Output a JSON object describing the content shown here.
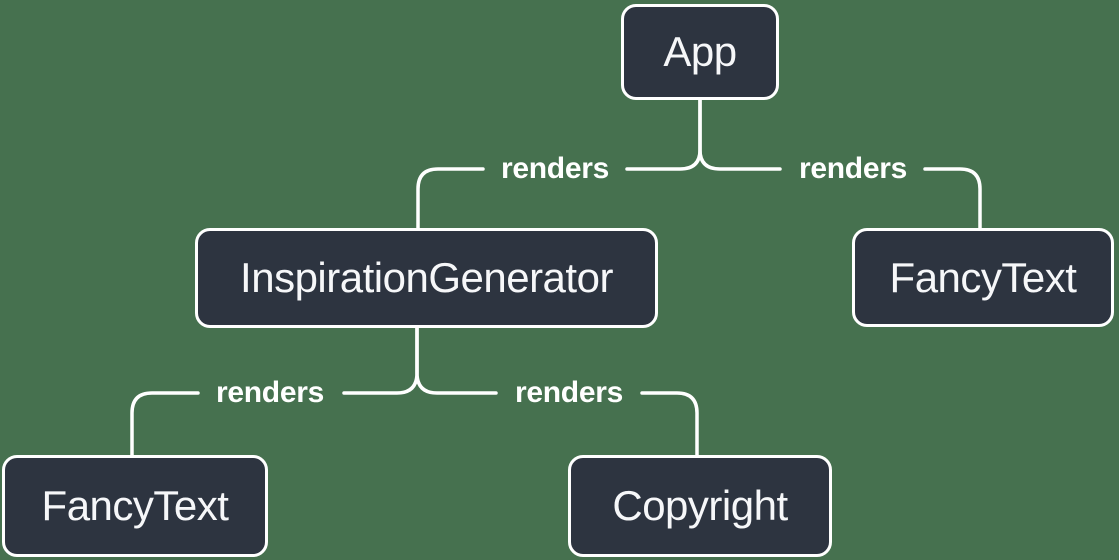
{
  "diagram": {
    "colors": {
      "background": "#46714F",
      "node_fill": "#2D3440",
      "node_border": "#FFFFFF",
      "line": "#FFFFFF",
      "text": "#F6F7F9"
    },
    "nodes": [
      {
        "id": "app",
        "label": "App"
      },
      {
        "id": "inspiration-generator",
        "label": "InspirationGenerator"
      },
      {
        "id": "fancy-text-top-right",
        "label": "FancyText"
      },
      {
        "id": "fancy-text-bottom-left",
        "label": "FancyText"
      },
      {
        "id": "copyright",
        "label": "Copyright"
      }
    ],
    "edges": [
      {
        "from": "App",
        "to": "InspirationGenerator",
        "label": "renders"
      },
      {
        "from": "App",
        "to": "FancyText",
        "label": "renders"
      },
      {
        "from": "InspirationGenerator",
        "to": "FancyText",
        "label": "renders"
      },
      {
        "from": "InspirationGenerator",
        "to": "Copyright",
        "label": "renders"
      }
    ]
  }
}
